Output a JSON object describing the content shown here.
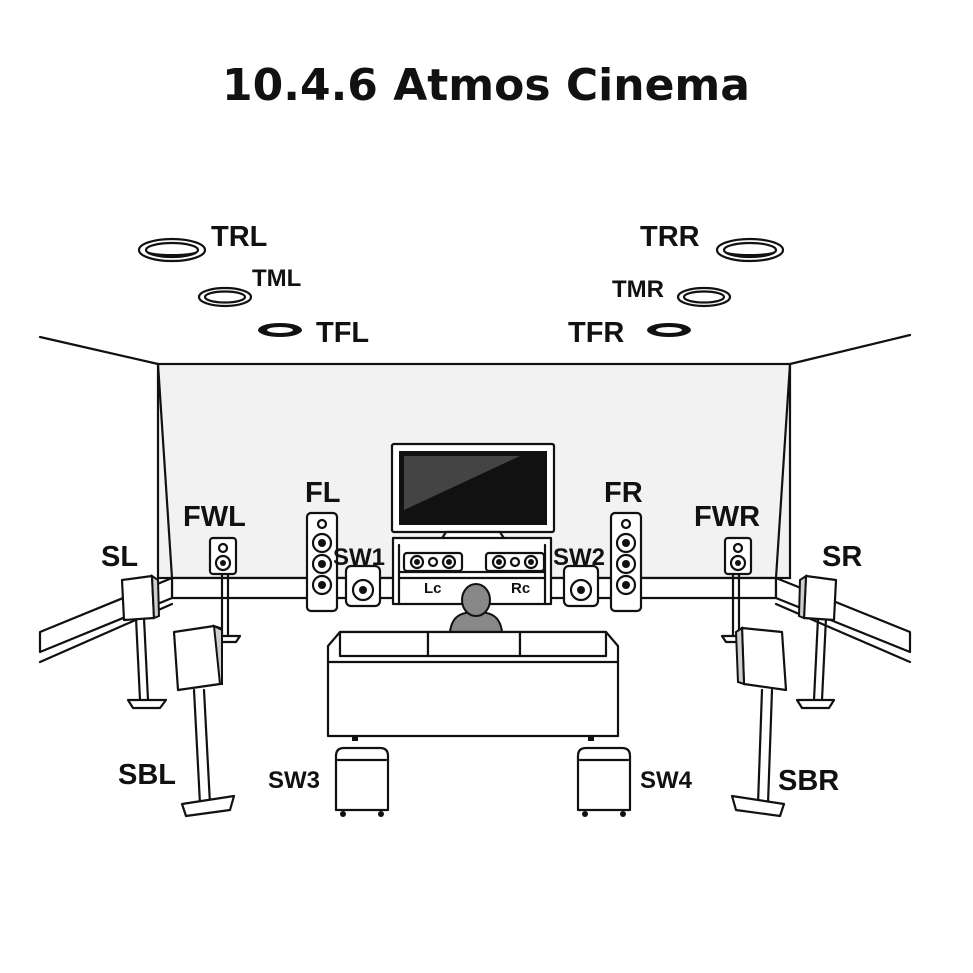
{
  "title": "10.4.6 Atmos Cinema",
  "labels": {
    "TRL": "TRL",
    "TML": "TML",
    "TFL": "TFL",
    "TRR": "TRR",
    "TMR": "TMR",
    "TFR": "TFR",
    "FL": "FL",
    "FR": "FR",
    "FWL": "FWL",
    "FWR": "FWR",
    "SL": "SL",
    "SR": "SR",
    "SBL": "SBL",
    "SBR": "SBR",
    "SW1": "SW1",
    "SW2": "SW2",
    "SW3": "SW3",
    "SW4": "SW4",
    "Lc": "Lc",
    "Rc": "Rc"
  }
}
